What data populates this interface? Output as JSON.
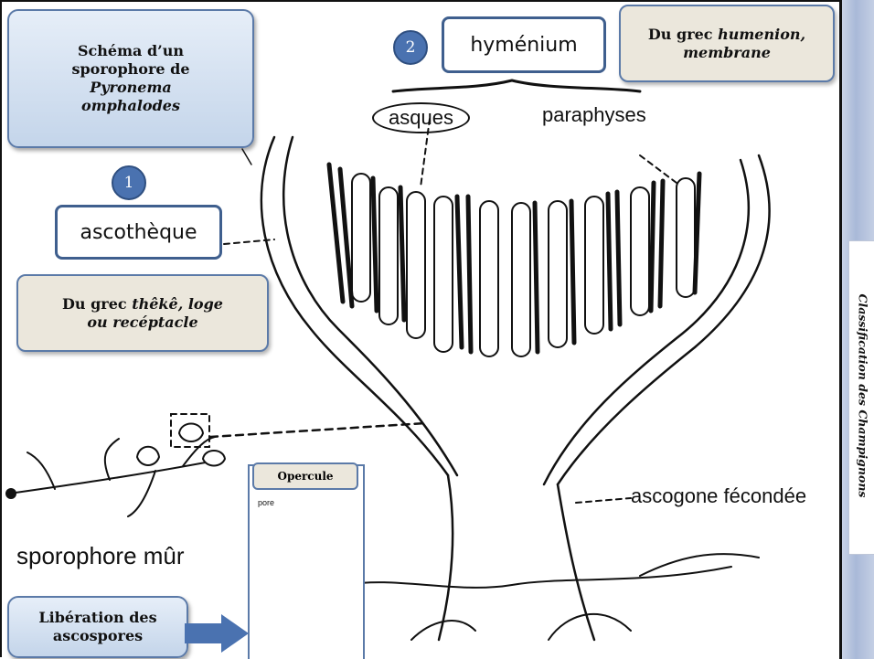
{
  "callouts": {
    "title": {
      "line1": "Schéma d’un",
      "line2": "sporophore de",
      "line3": "Pyronema",
      "line4": "omphalodes"
    },
    "hymenium_etymology": {
      "prefix": "Du grec ",
      "italic1": "humenion,",
      "italic2": "membrane"
    },
    "ascotheque_etymology": {
      "prefix": "Du grec ",
      "italic1": "thêkê, loge",
      "italic2": "ou recéptacle"
    },
    "liberation": {
      "line1": "Libération des",
      "line2": "ascospores"
    }
  },
  "badges": {
    "one": "1",
    "two": "2"
  },
  "labels": {
    "hymenium": "hyménium",
    "asques": "asques",
    "paraphyses": "paraphyses",
    "ascotheque": "ascothèque",
    "ascogone": "ascogone fécondée",
    "sporophore": "sporophore mûr",
    "pore": "pore"
  },
  "inset": {
    "title": "Opercule"
  },
  "sidebar": {
    "text": "Classification des Champignons"
  },
  "colors": {
    "accent_blue": "#4a72b0",
    "box_border": "#3f5f8e",
    "beige": "#ebe7dc"
  }
}
